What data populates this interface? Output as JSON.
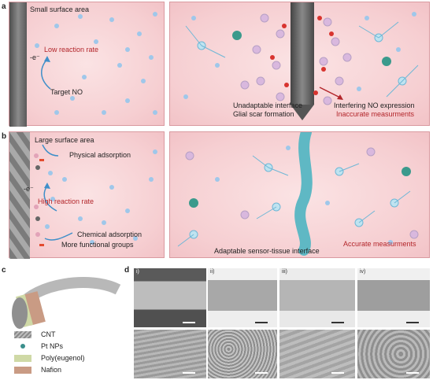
{
  "panels": {
    "a": {
      "letter": "a",
      "left": {
        "small_surface": "Small surface area",
        "electron": "-e⁻",
        "low_rate": "Low reaction rate",
        "target": "Target NO"
      },
      "right": {
        "unadaptable": "Unadaptable interface",
        "glial": "Glial scar formation",
        "interfering": "Interfering NO expression",
        "inaccurate": "Inaccurate measurments"
      }
    },
    "b": {
      "letter": "b",
      "left": {
        "large_surface": "Large surface area",
        "physical": "Physical adsorption",
        "electron": "-e⁻",
        "high_rate": "High reaction rate",
        "chemical": "Chemical adsorption",
        "functional": "More functional groups"
      },
      "right": {
        "adaptable": "Adaptable sensor-tissue interface",
        "accurate": "Accurate measurments"
      }
    },
    "c": {
      "letter": "c",
      "legend": [
        {
          "label": "CNT",
          "icon": "cnt-swatch-icon",
          "color": "#9a9a9a"
        },
        {
          "label": "Pt NPs",
          "icon": "pt-dot-icon",
          "color": "#3b8f8c"
        },
        {
          "label": "Poly(eugenol)",
          "icon": "polyeugenol-swatch-icon",
          "color": "#cfd9a6"
        },
        {
          "label": "Nafion",
          "icon": "nafion-swatch-icon",
          "color": "#c99b84"
        }
      ]
    },
    "d": {
      "letter": "d",
      "columns": [
        "i)",
        "ii)",
        "iii)",
        "iv)"
      ]
    }
  },
  "colors": {
    "panel_bg": "#f6cfd2",
    "electrode": "#6f6f6f",
    "no_dot": "#9fc7ea",
    "red_text": "#b3262b",
    "fiber": "#5fb8c4"
  }
}
